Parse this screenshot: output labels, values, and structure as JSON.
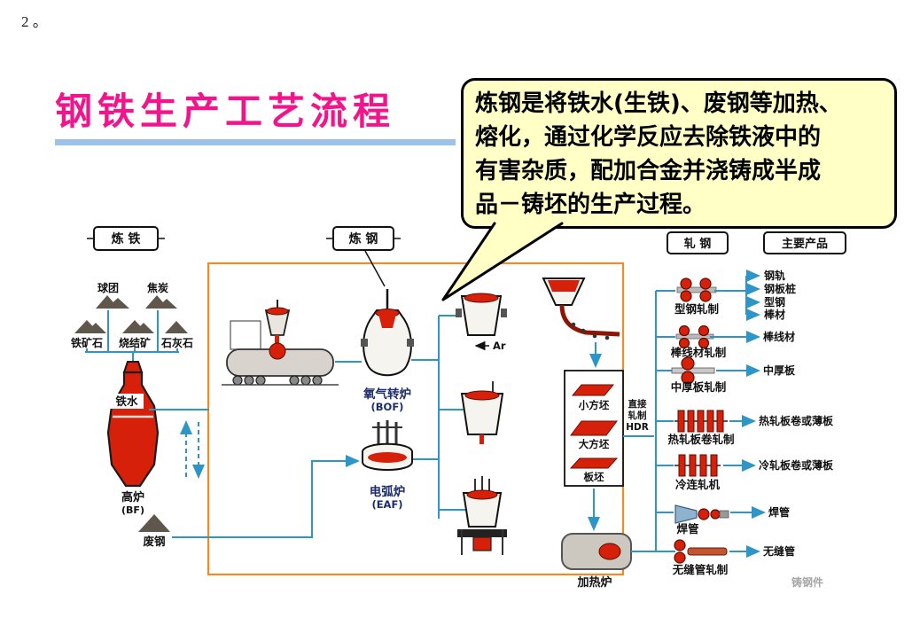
{
  "page_number": "2 。",
  "title": "钢铁生产工艺流程",
  "callout": {
    "lines": [
      "炼钢是将铁水(生铁)、废钢等加热、",
      "熔化，通过化学反应去除铁液中的",
      "有害杂质，配加合金并浇铸成半成",
      "品－铸坯的生产过程。"
    ]
  },
  "sections": {
    "ironmaking": "炼 铁",
    "steelmaking": "炼 钢",
    "rolling": "轧 钢",
    "main_products": "主要产品"
  },
  "materials": {
    "pellet": "球团",
    "coke": "焦炭",
    "iron_ore": "铁矿石",
    "sinter": "烧结矿",
    "limestone": "石灰石",
    "hot_metal": "铁水",
    "scrap": "废钢"
  },
  "equipment": {
    "blast_furnace": "高炉",
    "blast_furnace_abbr": "(BF)",
    "bof": "氧气转炉",
    "bof_abbr": "(BOF)",
    "eaf": "电弧炉",
    "eaf_abbr": "(EAF)",
    "argon": "Ar",
    "reheating_furnace": "加热炉"
  },
  "casting": {
    "billet": "小方坯",
    "bloom": "大方坯",
    "slab": "板坯",
    "direct_1": "直接",
    "direct_2": "轧制",
    "direct_3": "HDR"
  },
  "mills": {
    "section": "型钢轧制",
    "bar_wire": "棒线材轧制",
    "plate": "中厚板轧制",
    "hot_strip": "热轧板卷轧制",
    "cold_tandem": "冷连轧机",
    "welded_pipe": "焊管",
    "seamless": "无缝管轧制"
  },
  "products": {
    "rail": "钢轨",
    "sheet_pile": "钢板桩",
    "section_steel": "型钢",
    "bar": "棒材",
    "bar_wire": "棒线材",
    "plate": "中厚板",
    "hot_coil": "热轧板卷或薄板",
    "cold_coil": "冷轧板卷或薄板",
    "welded_pipe": "焊管",
    "seamless_pipe": "无缝管",
    "steel_casting": "铸钢件"
  },
  "colors": {
    "title_pink": "#f3148c",
    "underline_blue": "#9cc2ea",
    "callout_yellow": "#ffffc6",
    "flow_blue": "#2e95c8",
    "boundary_orange": "#ee8c28",
    "metal_red": "#d6200a"
  }
}
